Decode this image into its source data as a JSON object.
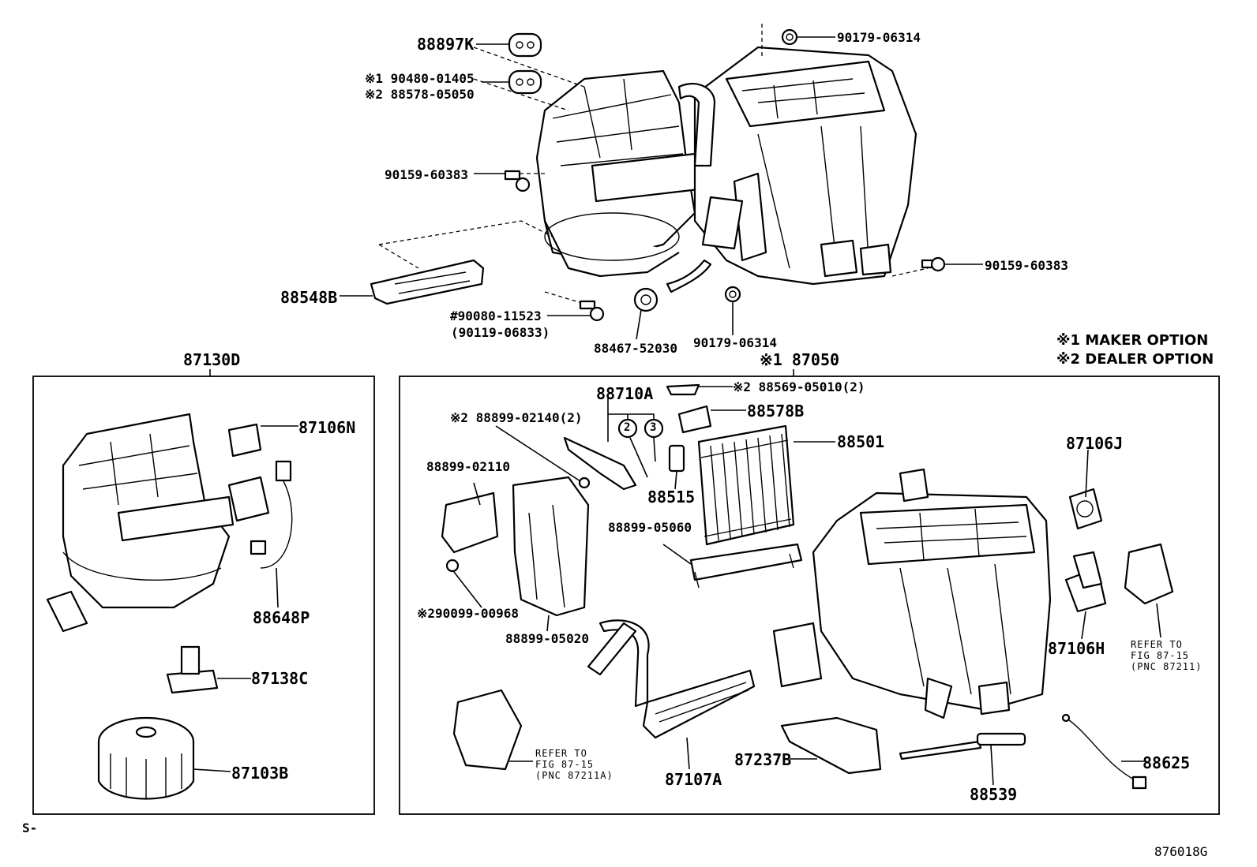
{
  "labels": {
    "p88897K": "88897K",
    "p90480_01405": "※1 90480-01405",
    "p88578_05050": "※2 88578-05050",
    "p90179_06314_top": "90179-06314",
    "p90159_60383_left": "90159-60383",
    "p90159_60383_right": "90159-60383",
    "p88548B": "88548B",
    "p90080_11523": "#90080-11523",
    "p90119_06833": "(90119-06833)",
    "p88467_52030": "88467-52030",
    "p90179_06314_bottom": "90179-06314",
    "p87130D": "87130D",
    "p87106N": "87106N",
    "p88648P": "88648P",
    "p87138C": "87138C",
    "p87103B": "87103B",
    "p87050": "※1 87050",
    "p88569_05010": "※2 88569-05010(2)",
    "p88710A": "88710A",
    "p88578B": "88578B",
    "p88899_02140": "※2 88899-02140(2)",
    "p88501": "88501",
    "p88899_02110": "88899-02110",
    "p88515": "88515",
    "p88899_05060": "88899-05060",
    "p87106J": "87106J",
    "p90099_00968": "※290099-00968",
    "p88899_05020": "88899-05020",
    "p87106H": "87106H",
    "p87107A": "87107A",
    "p87237B": "87237B",
    "p88539": "88539",
    "p88625": "88625",
    "circle2": "2",
    "circle3": "3"
  },
  "notes": {
    "maker_option": "※1 MAKER OPTION",
    "dealer_option": "※2 DEALER OPTION"
  },
  "refer_right": {
    "line1": "REFER TO",
    "line2": "FIG 87-15",
    "line3": "(PNC 87211)"
  },
  "refer_left": {
    "line1": "REFER TO",
    "line2": "FIG 87-15",
    "line3": "(PNC 87211A)"
  },
  "corner_mark": "S-",
  "figure_code": "876018G"
}
